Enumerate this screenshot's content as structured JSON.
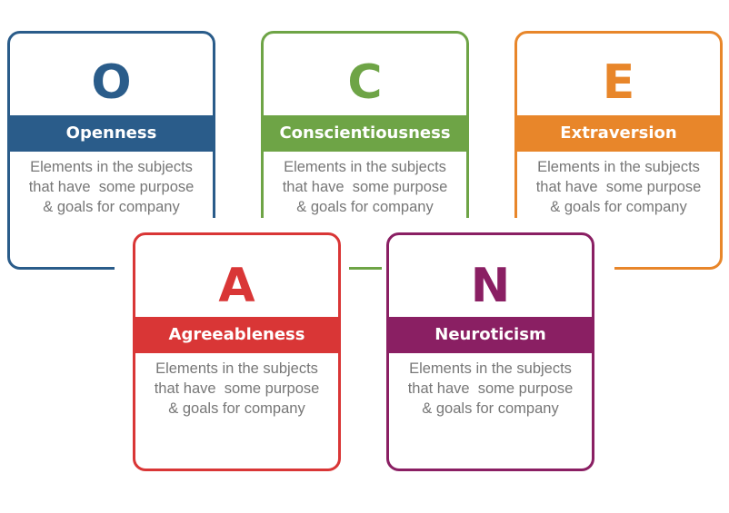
{
  "colors": {
    "openness": "#2a5c8a",
    "conscientiousness": "#6ea446",
    "extraversion": "#e8862a",
    "agreeableness": "#d93636",
    "neuroticism": "#8a1f63"
  },
  "cards": {
    "openness": {
      "letter": "O",
      "title": "Openness",
      "line1": "Elements in the subjects",
      "line2": "that have  some purpose",
      "line3": "& goals for company"
    },
    "conscientiousness": {
      "letter": "C",
      "title": "Conscientiousness",
      "line1": "Elements in the subjects",
      "line2": "that have  some purpose",
      "line3": "& goals for company"
    },
    "extraversion": {
      "letter": "E",
      "title": "Extraversion",
      "line1": "Elements in the subjects",
      "line2": "that have  some purpose",
      "line3": "& goals for company"
    },
    "agreeableness": {
      "letter": "A",
      "title": "Agreeableness",
      "line1": "Elements in the subjects",
      "line2": "that have  some purpose",
      "line3": "& goals for company"
    },
    "neuroticism": {
      "letter": "N",
      "title": "Neuroticism",
      "line1": "Elements in the subjects",
      "line2": "that have  some purpose",
      "line3": "& goals for company"
    }
  }
}
